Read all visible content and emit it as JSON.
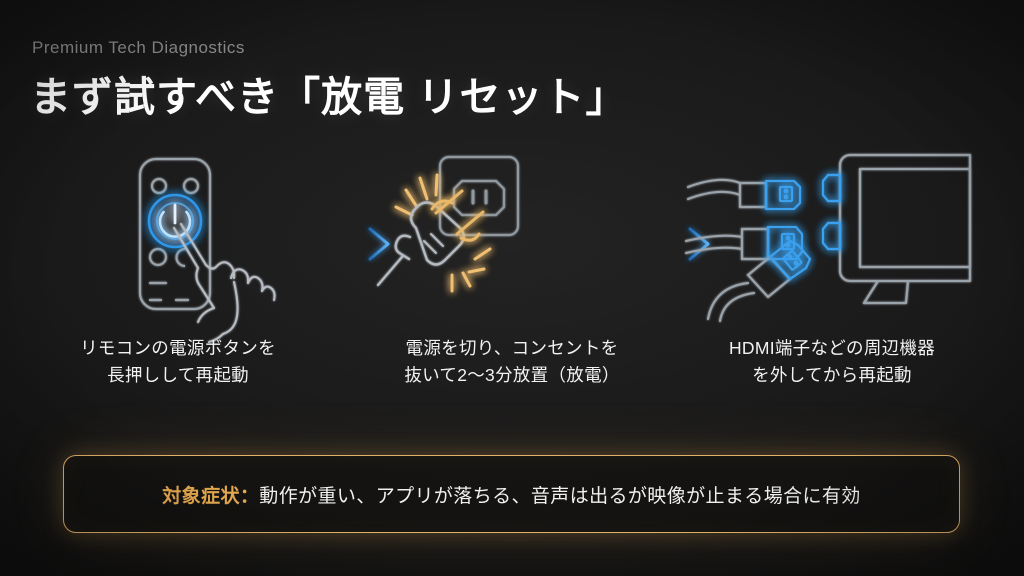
{
  "header": {
    "eyebrow": "Premium Tech Diagnostics",
    "title": "まず試すべき「放電 リセット」"
  },
  "steps": [
    {
      "id": "step-remote-power",
      "icon": "remote-control-power-press-icon",
      "caption_line1": "リモコンの電源ボタンを",
      "caption_line2": "長押しして再起動",
      "accent": "#2f9bf0"
    },
    {
      "id": "step-unplug-outlet",
      "icon": "unplugged-power-plug-outlet-icon",
      "caption_line1": "電源を切り、コンセントを",
      "caption_line2": "抜いて2〜3分放置（放電）",
      "accent": "#e6b45c"
    },
    {
      "id": "step-detach-hdmi",
      "icon": "hdmi-cables-tv-disconnect-icon",
      "caption_line1": "HDMI端子などの周辺機器",
      "caption_line2": "を外してから再起動",
      "accent": "#2f9bf0"
    }
  ],
  "arrows": [
    {
      "id": "arrow-step1-to-step2",
      "icon": "arrow-right-icon"
    },
    {
      "id": "arrow-step2-to-step3",
      "icon": "arrow-right-icon"
    }
  ],
  "callout": {
    "label": "対象症状",
    "separator": "：",
    "body": "動作が重い、アプリが落ちる、音声は出るが映像が止まる場合に有効",
    "border_color": "#e3b26a",
    "label_color": "#e6a94f"
  },
  "theme": {
    "background": "#1b1b1b",
    "text_primary": "#ffffff",
    "text_muted": "#8d8d8d",
    "accent_blue": "#2f9bf0",
    "accent_amber": "#e6b45c"
  }
}
